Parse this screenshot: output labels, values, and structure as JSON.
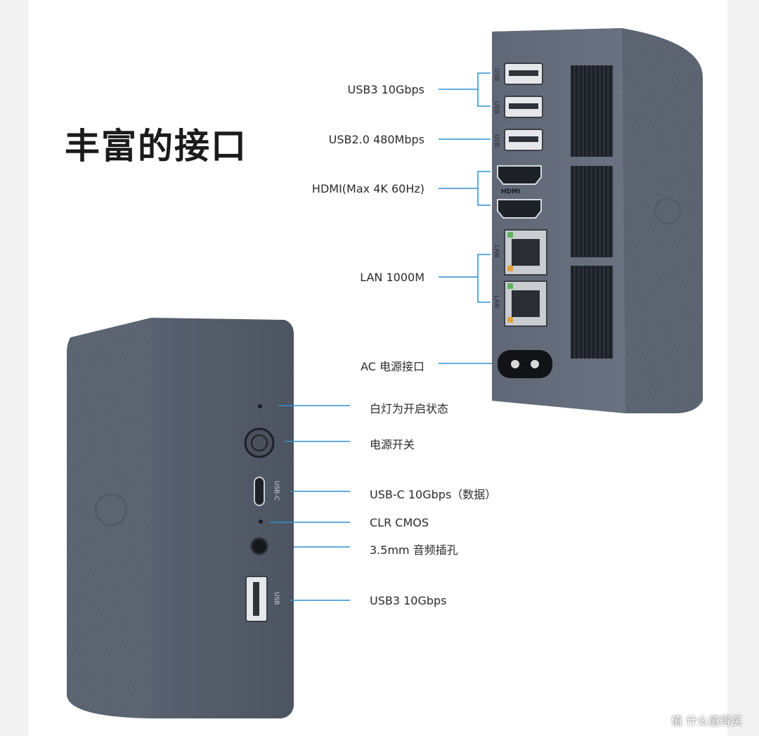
{
  "heading": "丰富的接口",
  "rear_panel": {
    "port_labels": {
      "usb": "USB",
      "hdmi": "HDMI",
      "lan": "LAN"
    },
    "callouts": [
      "USB3 10Gbps",
      "USB2.0 480Mbps",
      "HDMI(Max 4K 60Hz)",
      "LAN 1000M",
      "AC 电源接口"
    ]
  },
  "front_panel": {
    "port_labels": {
      "usbc": "USB-C",
      "usb": "USB"
    },
    "callouts": [
      "白灯为开启状态",
      "电源开关",
      "USB-C 10Gbps（数据）",
      "CLR CMOS",
      "3.5mm 音频插孔",
      "USB3 10Gbps"
    ]
  },
  "watermark": "值 什么值得买",
  "colors": {
    "leader_line": "#2f8fd0",
    "device_body": "#5d6573",
    "device_front": "#4f5664"
  }
}
